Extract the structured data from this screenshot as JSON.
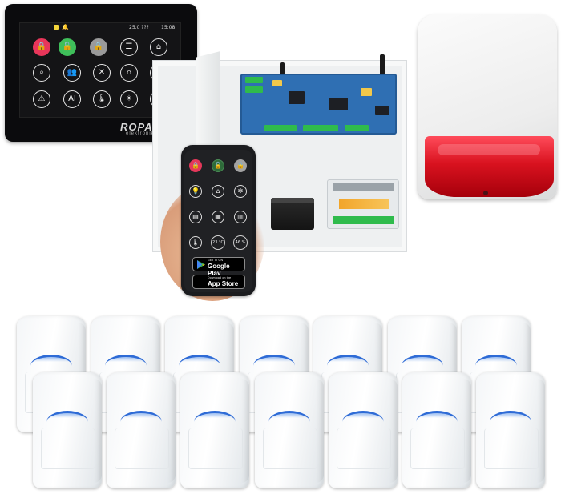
{
  "keypad": {
    "status": {
      "temperature": "25.0 ???",
      "time": "15:08"
    },
    "icons": [
      "lock-red-icon",
      "lock-green-icon",
      "lock-grey-icon",
      "list-icon",
      "home-icon",
      "search-doc-icon",
      "users-icon",
      "tools-icon",
      "house-check-icon",
      "key-icon",
      "warning-icon",
      "ai-sensor-icon",
      "thermometer-icon",
      "sun-temp-icon",
      "water-drops-icon"
    ],
    "logo": "ROPAM",
    "logo_sub": "elektronik"
  },
  "phone": {
    "temperature": "23 °C",
    "humidity": "46 %",
    "google_play": {
      "small": "GET IT ON",
      "big": "Google Play"
    },
    "app_store": {
      "small": "Download on the",
      "big": "App Store"
    }
  },
  "colors": {
    "siren_red": "#d9121f",
    "pir_lens_blue": "#2e6bd6",
    "pcb_blue": "#2f6fb3",
    "keypad_black": "#0b0b0d"
  }
}
